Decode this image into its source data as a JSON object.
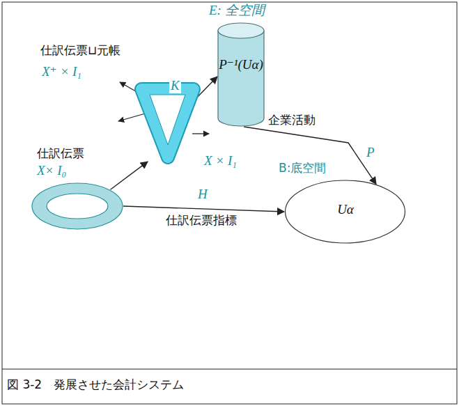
{
  "diagram": {
    "caption": "図 3-2　発展させた会計システム",
    "nodes": [
      {
        "text": [
          "E: 全空間",
          "P⁻¹(Uα)"
        ]
      },
      {
        "text": [
          "仕訳伝票⊔元帳",
          "X⁺ × I₁",
          "X × I₁"
        ]
      },
      {
        "text": [
          "仕訳伝票",
          "X× I₀"
        ]
      },
      {
        "text": [
          "B:底空間",
          "Uα"
        ]
      }
    ],
    "edges": [
      {
        "from": 1,
        "to": 0,
        "label": "K",
        "arrow": "to"
      },
      {
        "from": 2,
        "to": 1,
        "arrow": "to"
      },
      {
        "from": 2,
        "to": 3,
        "label": "H",
        "arrow": "to"
      },
      {
        "from": 0,
        "to": 3,
        "label": "P",
        "arrow": "to"
      }
    ],
    "labels": [
      "企業活動",
      "仕訳伝票指標"
    ]
  }
}
